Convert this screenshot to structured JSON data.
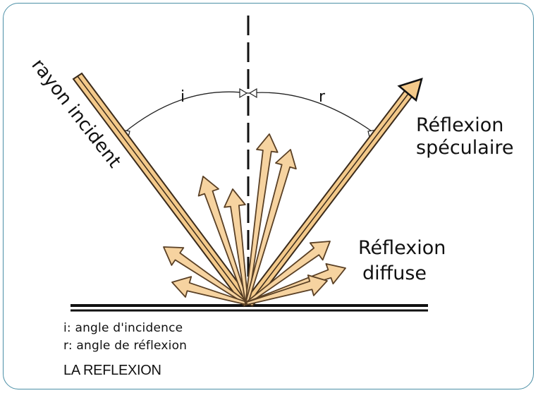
{
  "labels": {
    "incident_ray": "rayon incident",
    "angle_i": "i",
    "angle_r": "r",
    "specular_line1": "Réflexion",
    "specular_line2": "spéculaire",
    "diffuse_line1": "Réflexion",
    "diffuse_line2": "diffuse"
  },
  "legend": {
    "i_line": "i: angle d'incidence",
    "r_line": "r: angle de réflexion"
  },
  "caption": "LA REFLEXION",
  "colors": {
    "frame": "#4b8fa6",
    "ray_fill": "#f3c98a",
    "ray_stroke": "#3a2a1a",
    "ink": "#111111"
  }
}
